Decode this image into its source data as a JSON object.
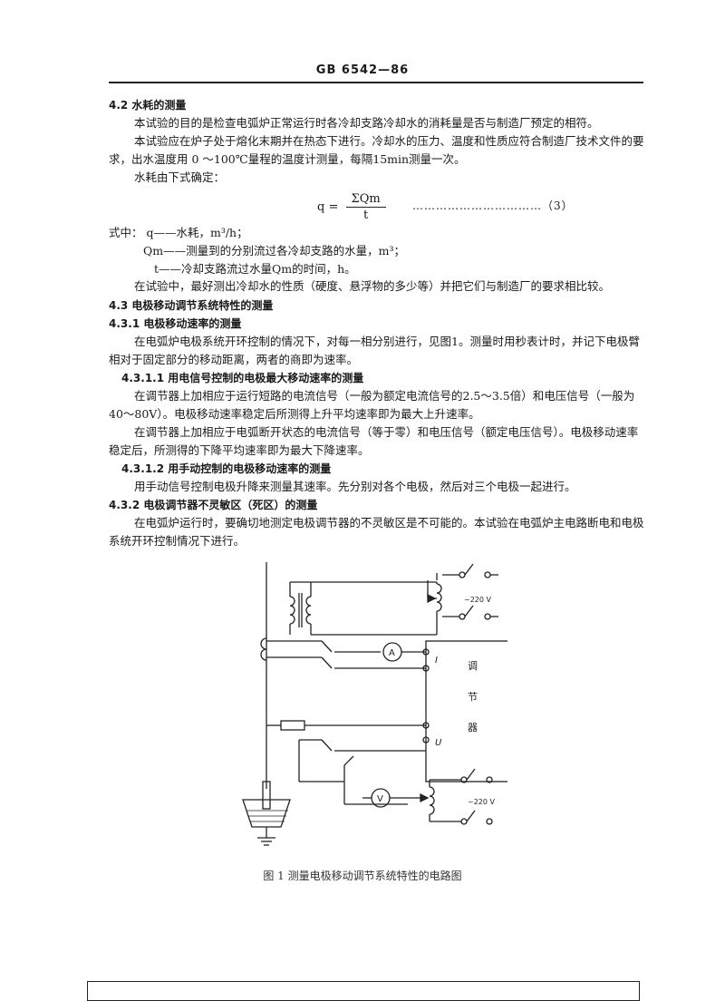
{
  "header": {
    "standard_no": "GB 6542—86"
  },
  "s42": {
    "title": "4.2  水耗的测量",
    "p1": "本试验的目的是检查电弧炉正常运行时各冷却支路冷却水的消耗量是否与制造厂预定的相符。",
    "p2": "本试验应在炉子处于熔化末期并在热态下进行。冷却水的压力、温度和性质应符合制造厂技术文件的要求，出水温度用 0 ～100℃量程的温度计测量，每隔15min测量一次。",
    "p3": "水耗由下式确定：",
    "formula": {
      "lhs": "q =",
      "num": "ΣQm",
      "den": "t",
      "eqno": "……………………………（3）"
    },
    "vars": [
      "式中：  q——水耗，m³/h；",
      "Qm——测量到的分别流过各冷却支路的水量，m³；",
      "t——冷却支路流过水量Qm的时间，h。"
    ],
    "p4": "在试验中，最好测出冷却水的性质（硬度、悬浮物的多少等）并把它们与制造厂的要求相比较。"
  },
  "s43": {
    "title": "4.3  电极移动调节系统特性的测量",
    "s431": {
      "title": "4.3.1  电极移动速率的测量",
      "p1": "在电弧炉电极系统开环控制的情况下，对每一相分别进行，见图1。测量时用秒表计时，并记下电极臂相对于固定部分的移动距离，两者的商即为速率。"
    },
    "s4311": {
      "title": "4.3.1.1  用电信号控制的电极最大移动速率的测量",
      "p1": "在调节器上加相应于运行短路的电流信号（一般为额定电流信号的2.5～3.5倍）和电压信号（一般为40～80V）。电极移动速率稳定后所测得上升平均速率即为最大上升速率。",
      "p2": "在调节器上加相应于电弧断开状态的电流信号（等于零）和电压信号（额定电压信号）。电极移动速率稳定后，所测得的下降平均速率即为最大下降速率。"
    },
    "s4312": {
      "title": "4.3.1.2  用手动控制的电极移动速率的测量",
      "p1": "用手动信号控制电极升降来测量其速率。先分别对各个电极，然后对三个电极一起进行。"
    },
    "s432": {
      "title": "4.3.2  电极调节器不灵敏区（死区）的测量",
      "p1": "在电弧炉运行时，要确切地测定电极调节器的不灵敏区是不可能的。本试验在电弧炉主电路断电和电极系统开环控制情况下进行。"
    }
  },
  "figure": {
    "caption": "图 1   测量电极移动调节系统特性的电路图",
    "supply_top": "~220 V",
    "supply_bottom": "~220 V",
    "ammeter": "A",
    "voltmeter": "V",
    "regulator_chars": [
      "调",
      "节",
      "器"
    ],
    "label_i": "I",
    "label_u": "U"
  }
}
